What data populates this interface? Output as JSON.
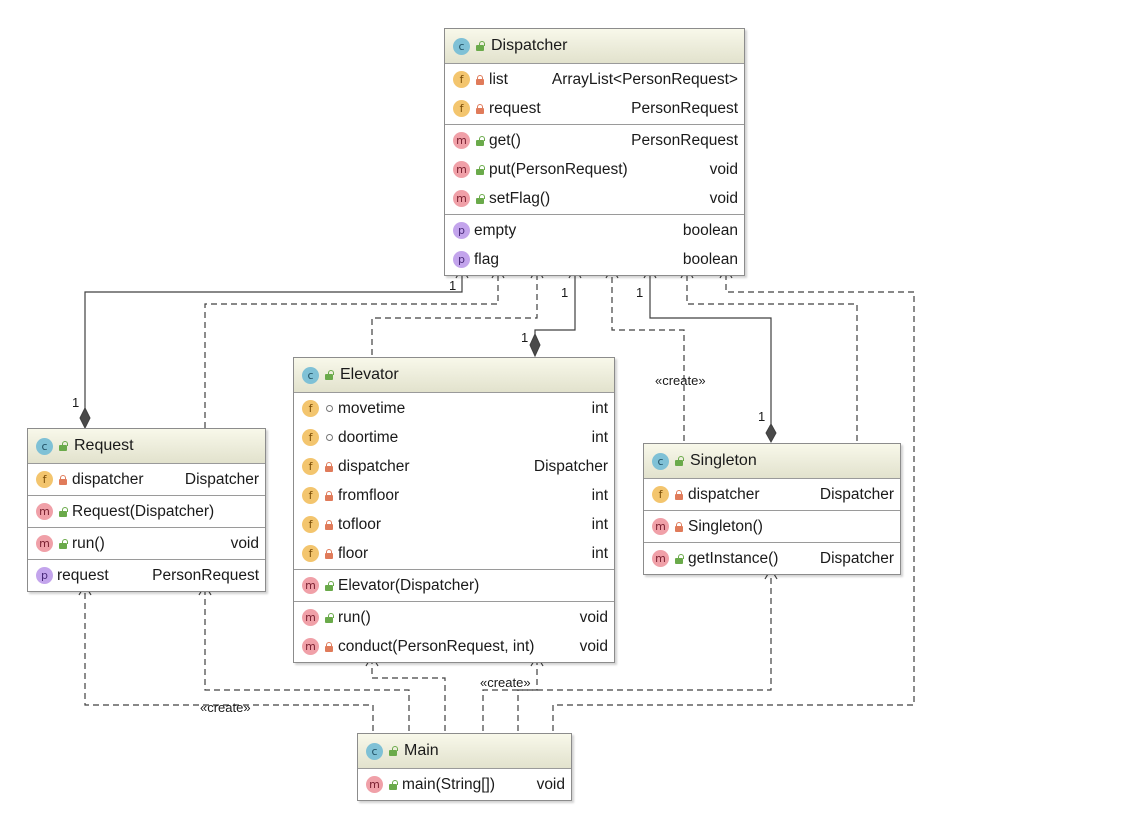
{
  "classes": {
    "dispatcher": {
      "name": "Dispatcher",
      "fields": [
        {
          "name": "list",
          "type": "ArrayList<PersonRequest>",
          "kind": "f",
          "visibility": "private"
        },
        {
          "name": "request",
          "type": "PersonRequest",
          "kind": "f",
          "visibility": "private"
        }
      ],
      "methods": [
        {
          "name": "get()",
          "type": "PersonRequest",
          "kind": "m",
          "visibility": "public"
        },
        {
          "name": "put(PersonRequest)",
          "type": "void",
          "kind": "m",
          "visibility": "public"
        },
        {
          "name": "setFlag()",
          "type": "void",
          "kind": "m",
          "visibility": "public"
        }
      ],
      "properties": [
        {
          "name": "empty",
          "type": "boolean",
          "kind": "p",
          "visibility": "none"
        },
        {
          "name": "flag",
          "type": "boolean",
          "kind": "p",
          "visibility": "none"
        }
      ]
    },
    "request": {
      "name": "Request",
      "fields": [
        {
          "name": "dispatcher",
          "type": "Dispatcher",
          "kind": "f",
          "visibility": "private"
        }
      ],
      "constructors": [
        {
          "name": "Request(Dispatcher)",
          "type": "",
          "kind": "m",
          "visibility": "public"
        }
      ],
      "methods": [
        {
          "name": "run()",
          "type": "void",
          "kind": "m",
          "visibility": "public"
        }
      ],
      "properties": [
        {
          "name": "request",
          "type": "PersonRequest",
          "kind": "p",
          "visibility": "none"
        }
      ]
    },
    "elevator": {
      "name": "Elevator",
      "fields": [
        {
          "name": "movetime",
          "type": "int",
          "kind": "f",
          "visibility": "package"
        },
        {
          "name": "doortime",
          "type": "int",
          "kind": "f",
          "visibility": "package"
        },
        {
          "name": "dispatcher",
          "type": "Dispatcher",
          "kind": "f",
          "visibility": "private"
        },
        {
          "name": "fromfloor",
          "type": "int",
          "kind": "f",
          "visibility": "private"
        },
        {
          "name": "tofloor",
          "type": "int",
          "kind": "f",
          "visibility": "private"
        },
        {
          "name": "floor",
          "type": "int",
          "kind": "f",
          "visibility": "private"
        }
      ],
      "constructors": [
        {
          "name": "Elevator(Dispatcher)",
          "type": "",
          "kind": "m",
          "visibility": "public"
        }
      ],
      "methods": [
        {
          "name": "run()",
          "type": "void",
          "kind": "m",
          "visibility": "public"
        },
        {
          "name": "conduct(PersonRequest, int)",
          "type": "void",
          "kind": "m",
          "visibility": "private"
        }
      ]
    },
    "singleton": {
      "name": "Singleton",
      "fields": [
        {
          "name": "dispatcher",
          "type": "Dispatcher",
          "kind": "f",
          "visibility": "private"
        }
      ],
      "constructors": [
        {
          "name": "Singleton()",
          "type": "",
          "kind": "m",
          "visibility": "private"
        }
      ],
      "methods": [
        {
          "name": "getInstance()",
          "type": "Dispatcher",
          "kind": "m",
          "visibility": "public"
        }
      ]
    },
    "main": {
      "name": "Main",
      "methods": [
        {
          "name": "main(String[])",
          "type": "void",
          "kind": "m",
          "visibility": "public"
        }
      ]
    }
  },
  "labels": {
    "mult_dispatcher_request": "1",
    "mult_request_end": "1",
    "mult_dispatcher_elevator": "1",
    "mult_elevator_end": "1",
    "mult_dispatcher_singleton": "1",
    "mult_singleton_end": "1",
    "create_singleton": "«create»",
    "create_request": "«create»",
    "create_elevator": "«create»"
  },
  "colors": {
    "edge": "#404040",
    "header_top": "#f8f8ea",
    "header_bottom": "#e2e2cd"
  }
}
